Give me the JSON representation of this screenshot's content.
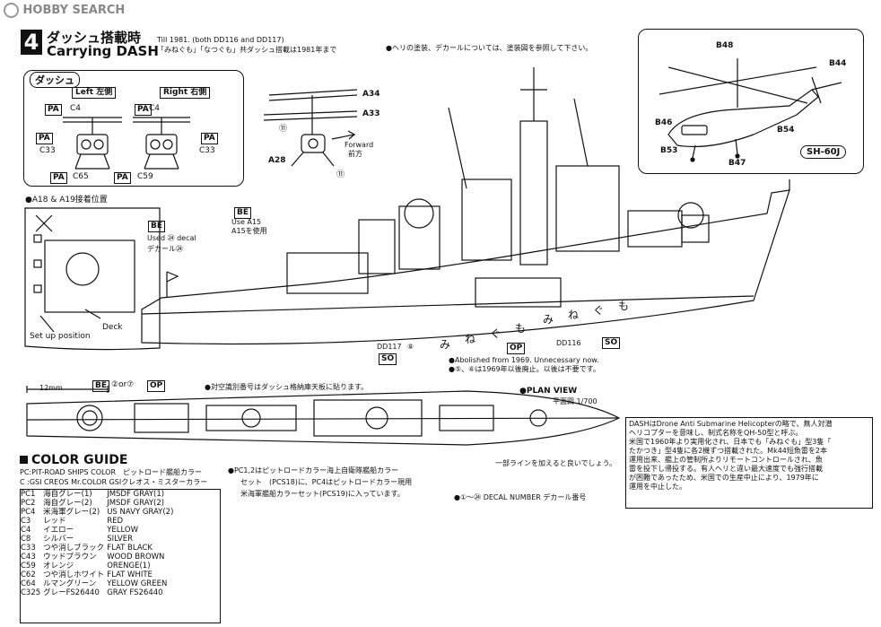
{
  "watermark": {
    "brand": "HOBBY SEARCH"
  },
  "step": {
    "number": "4",
    "title_jp": "ダッシュ搭載時",
    "title_en": "Carrying DASH",
    "note1": "Till 1981. (both DD116 and DD117)",
    "note2": "「みねぐも」「なつぐも」共ダッシュ搭載は1981年まで",
    "note3": "●ヘリの塗装、デカールについては、塗装図を参照して下さい。"
  },
  "dash_box": {
    "title": "ダッシュ",
    "left": "Left 左側",
    "right": "Right 右側"
  },
  "callouts": {
    "pa": "PA",
    "c4": "C4",
    "c33": "C33",
    "c65": "C65",
    "c59": "C59",
    "a34": "A34",
    "a33": "A33",
    "a28": "A28",
    "forward_en": "Forward",
    "forward_jp": "前方",
    "n11": "⑪",
    "be": "BE",
    "use_a15": "Use A15",
    "a15_jp": "A15を使用",
    "used24": "Used ㉔ decal",
    "decal24": "デカール㉔",
    "dd117": "DD117",
    "dd116": "DD116",
    "so": "SO",
    "op": "OP",
    "n8": "⑧",
    "abolished_en": "●Abolished from 1969. Unnecessary now.",
    "abolished_jp": "●⑤、⑥は1969年以後廃止。以後は不要です。",
    "hull_names": "みねぐも"
  },
  "inset": {
    "title": "●A18 & A19接着位置",
    "deck": "Deck",
    "setup": "Set up position"
  },
  "helo": {
    "b48": "B48",
    "b44": "B44",
    "b46": "B46",
    "b54": "B54",
    "b53": "B53",
    "b47": "B47",
    "model": "SH-60J"
  },
  "plan": {
    "scale_12mm": "12mm",
    "be": "BE",
    "or_text": "②or⑦",
    "op": "OP",
    "note": "●対空識別番号はダッシュ格納庫天板に貼ります。",
    "title_en": "●PLAN VIEW",
    "title_jp": "平面図 1/700",
    "line_note": "一部ラインを加えると良いでしょう。",
    "decal_note": "●①～㉔ DECAL NUMBER デカール番号"
  },
  "color_guide": {
    "title": "COLOR GUIDE",
    "legend1": "PC:PIT-ROAD SHIPS COLOR　ピットロード艦船カラー",
    "legend2": "C :GSI CREOS Mr.COLOR GSIクレオス・ミスターカラー",
    "rows": [
      {
        "code": "PC1",
        "jp": "海自グレー(1)",
        "en": "JMSDF GRAY(1)"
      },
      {
        "code": "PC2",
        "jp": "海自グレー(2)",
        "en": "JMSDF GRAY(2)"
      },
      {
        "code": "PC4",
        "jp": "米海軍グレー(2)",
        "en": "US NAVY GRAY(2)"
      },
      {
        "code": "C3",
        "jp": "レッド",
        "en": "RED"
      },
      {
        "code": "C4",
        "jp": "イエロー",
        "en": "YELLOW"
      },
      {
        "code": "C8",
        "jp": "シルバー",
        "en": "SILVER"
      },
      {
        "code": "C33",
        "jp": "つや消しブラック",
        "en": "FLAT BLACK"
      },
      {
        "code": "C43",
        "jp": "ウッドブラウン",
        "en": "WOOD BROWN"
      },
      {
        "code": "C59",
        "jp": "オレンジ",
        "en": "ORENGE(1)"
      },
      {
        "code": "C62",
        "jp": "つや消しホワイト",
        "en": "FLAT WHITE"
      },
      {
        "code": "C64",
        "jp": "ルマングリーン",
        "en": "YELLOW GREEN"
      },
      {
        "code": "C325",
        "jp": "グレーFS26440",
        "en": "GRAY FS26440"
      }
    ],
    "pc_note1": "●PC1,2はピットロードカラー海上自衛隊艦船カラー",
    "pc_note2": "セット　(PCS18)に、PC4はピットロードカラー現用",
    "pc_note3": "米海軍艦船カラーセット(PCS19)に入っています。"
  },
  "dash_note": {
    "l1": "DASHはDrone Anti Submarine Helicopterの略で、無人対潜",
    "l2": "ヘリコプターを意味し、制式名称をQH-50型と呼ぶ。",
    "l3": "米国で1960年より実用化され、日本でも「みねぐも」型3隻「",
    "l4": "たかつき」型4隻に各2機ずつ搭載された。Mk44短魚雷を2本",
    "l5": "運用出来、艦上の管制所よりリモートコントロールされ、魚",
    "l6": "雷を投下し帰投する。有人ヘリと違い最大速度でも強行搭載",
    "l7": "が困難であったため、米国での生産中止により、1979年に",
    "l8": "運用を中止した。"
  }
}
